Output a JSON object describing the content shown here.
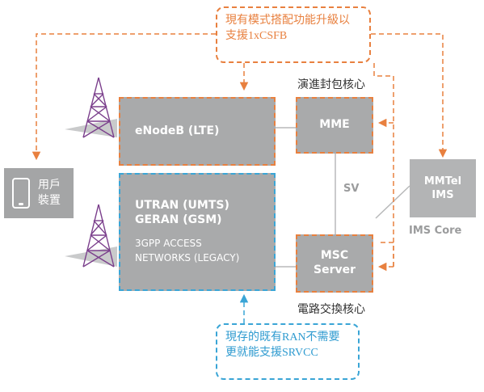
{
  "callouts": {
    "upgrade_csfb": "現有模式搭配功能升級以\n支援1xCSFB",
    "ran_srvcc": "現存的既有RAN不需要\n更就能支援SRVCC"
  },
  "labels": {
    "epc": "演進封包核心",
    "cs_core": "電路交換核心",
    "sv": "SV",
    "ims_core": "IMS Core"
  },
  "nodes": {
    "user_device": "用戶\n裝置",
    "enodeb": "eNodeB (LTE)",
    "utran": "UTRAN (UMTS)",
    "geran": "GERAN (GSM)",
    "legacy_1": "3GPP ACCESS",
    "legacy_2": "NETWORKS (LEGACY)",
    "mme": "MME",
    "msc_1": "MSC",
    "msc_2": "Server",
    "mmtel_1": "MMTel",
    "mmtel_2": "IMS"
  },
  "colors": {
    "orange": "#e8803f",
    "blue": "#3aa5d6",
    "box_grey": "#a9aaab",
    "tower": "#7b3f8c"
  }
}
